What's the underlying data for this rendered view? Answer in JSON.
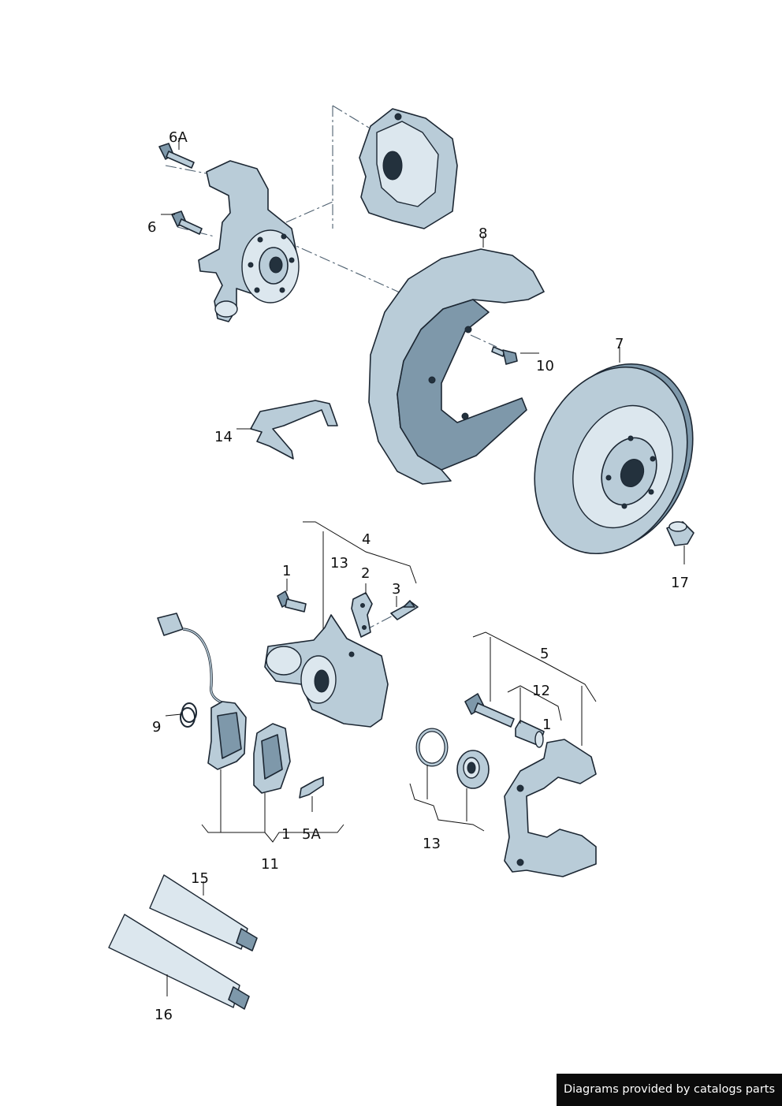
{
  "callouts": {
    "c6a": "6A",
    "c6": "6",
    "c8": "8",
    "c10": "10",
    "c7": "7",
    "c14": "14",
    "c17": "17",
    "c4": "4",
    "c13a": "13",
    "c1a": "1",
    "c2": "2",
    "c3": "3",
    "c5": "5",
    "c12": "12",
    "c1b": "1",
    "c9": "9",
    "c1c": "1",
    "c5a": "5A",
    "c11": "11",
    "c13b": "13",
    "c15": "15",
    "c16": "16"
  },
  "footer": {
    "text": "Diagrams provided by catalogs parts"
  },
  "colors": {
    "part_fill": "#b9ccd8",
    "outline": "#1c2733",
    "footer_bg": "#0b0b0b"
  }
}
